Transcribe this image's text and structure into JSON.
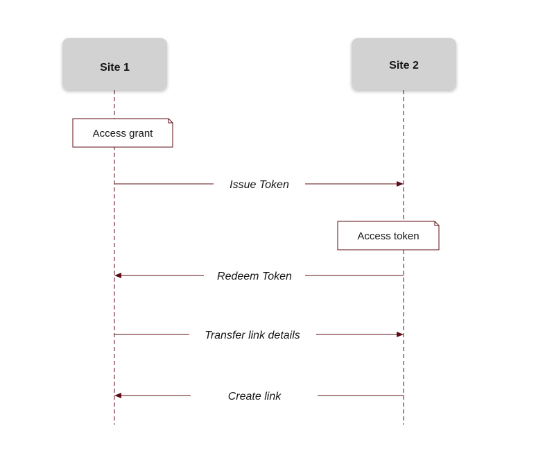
{
  "participants": {
    "site1": {
      "label": "Site 1"
    },
    "site2": {
      "label": "Site 2"
    }
  },
  "notes": {
    "access_grant": {
      "label": "Access grant",
      "on": "site1"
    },
    "access_token": {
      "label": "Access token",
      "on": "site2"
    }
  },
  "messages": [
    {
      "label": "Issue Token",
      "from": "site1",
      "to": "site2"
    },
    {
      "label": "Redeem Token",
      "from": "site2",
      "to": "site1"
    },
    {
      "label": "Transfer link details",
      "from": "site1",
      "to": "site2"
    },
    {
      "label": "Create link",
      "from": "site2",
      "to": "site1"
    }
  ],
  "colors": {
    "line": "#5c0c14",
    "participant_fill": "#d2d2d2",
    "note_fill": "#ffffff",
    "text": "#151515"
  }
}
